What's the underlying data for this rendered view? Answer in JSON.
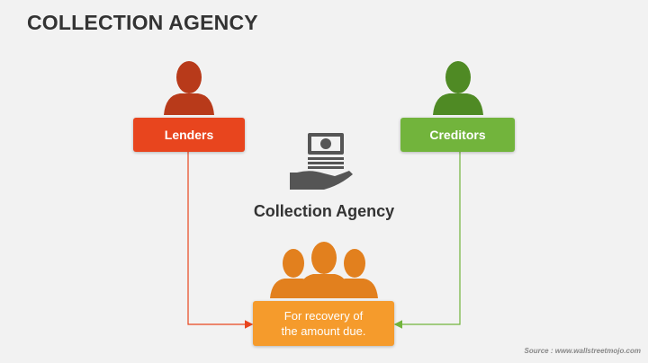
{
  "title": "COLLECTION AGENCY",
  "nodes": {
    "lenders": "Lenders",
    "creditors": "Creditors",
    "center": "Collection Agency",
    "recovery_line1": "For recovery of",
    "recovery_line2": "the amount due."
  },
  "source": "Source : www.wallstreetmojo.com",
  "colors": {
    "lenders": "#e8451e",
    "creditors": "#72b43c",
    "recovery": "#f59b2c",
    "group": "#e2801e"
  }
}
